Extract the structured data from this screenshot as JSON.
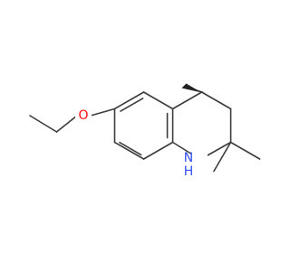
{
  "structure": {
    "atoms": [
      {
        "label": "O",
        "color": "#ff0d0d"
      },
      {
        "label": "N",
        "color": "#3050f8"
      },
      {
        "label": "H",
        "color": "#3050f8"
      }
    ],
    "bond_color": "#3c3c3c",
    "wedge_color": "#222222",
    "background": "#ffffff"
  }
}
